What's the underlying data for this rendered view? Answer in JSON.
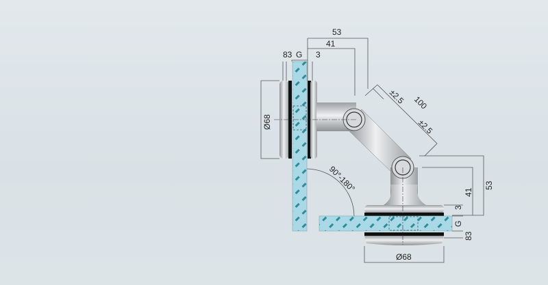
{
  "drawing": {
    "top_dims": {
      "overall": "53",
      "arm": "41",
      "d83": "83",
      "gap": "G",
      "d3": "3"
    },
    "left_disc_diameter": "Ø68",
    "diagonal": {
      "tol_1": "±2.5",
      "length": "100",
      "tol_2": "±2.5"
    },
    "angle_range": "90°-180°",
    "right_dims": {
      "overall": "53",
      "arm": "41",
      "d3": "3",
      "gap": "G",
      "d83": "83"
    },
    "bottom_disc_diameter": "Ø68"
  },
  "colors": {
    "glass": "#a9d8e6",
    "gasket": "#111111",
    "metal": "#c4c8cb"
  }
}
